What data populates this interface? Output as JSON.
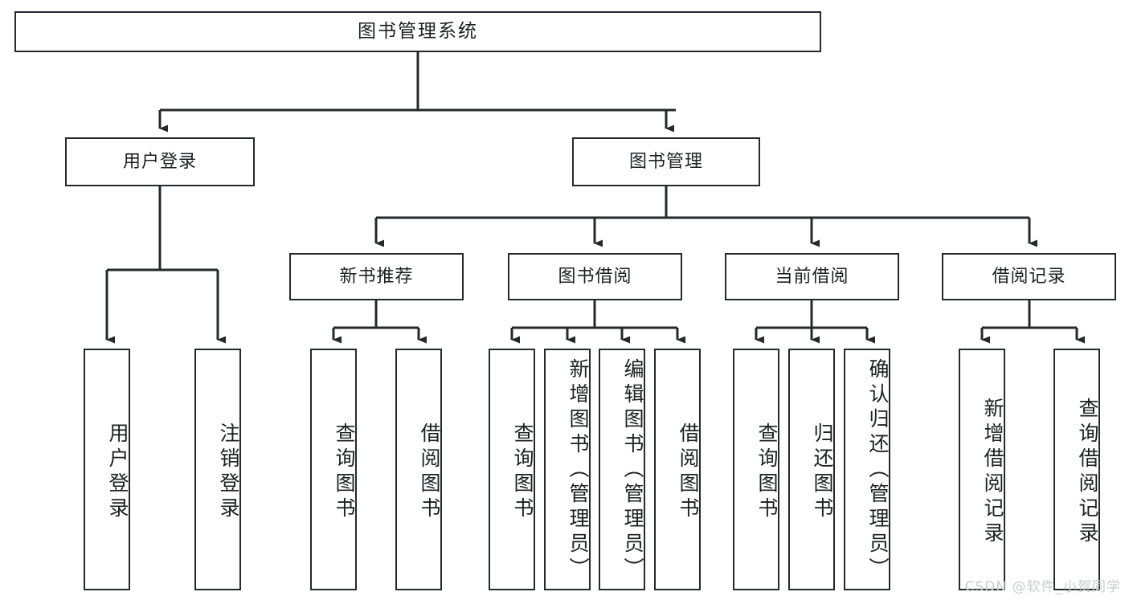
{
  "diagram": {
    "type": "tree-hierarchy",
    "title": "图书管理系统",
    "root": {
      "label": "图书管理系统"
    },
    "level2": [
      {
        "id": "user-login",
        "label": "用户登录"
      },
      {
        "id": "book-management",
        "label": "图书管理"
      }
    ],
    "level3": [
      {
        "id": "new-book-recommend",
        "label": "新书推荐",
        "parent": "book-management"
      },
      {
        "id": "book-borrow",
        "label": "图书借阅",
        "parent": "book-management"
      },
      {
        "id": "current-borrow",
        "label": "当前借阅",
        "parent": "book-management"
      },
      {
        "id": "borrow-record",
        "label": "借阅记录",
        "parent": "book-management"
      }
    ],
    "leaves": [
      {
        "id": "leaf-user-login",
        "label": "用户登录",
        "parent": "user-login"
      },
      {
        "id": "leaf-logout",
        "label": "注销登录",
        "parent": "user-login"
      },
      {
        "id": "leaf-query-book-1",
        "label": "查询图书",
        "parent": "new-book-recommend"
      },
      {
        "id": "leaf-borrow-book-1",
        "label": "借阅图书",
        "parent": "new-book-recommend"
      },
      {
        "id": "leaf-query-book-2",
        "label": "查询图书",
        "parent": "book-borrow"
      },
      {
        "id": "leaf-add-book",
        "label": "新增图书（管理员）",
        "parent": "book-borrow"
      },
      {
        "id": "leaf-edit-book",
        "label": "编辑图书（管理员）",
        "parent": "book-borrow"
      },
      {
        "id": "leaf-borrow-book-2",
        "label": "借阅图书",
        "parent": "book-borrow"
      },
      {
        "id": "leaf-query-book-3",
        "label": "查询图书",
        "parent": "current-borrow"
      },
      {
        "id": "leaf-return-book",
        "label": "归还图书",
        "parent": "current-borrow"
      },
      {
        "id": "leaf-confirm-return",
        "label": "确认归还（管理员）",
        "parent": "current-borrow"
      },
      {
        "id": "leaf-add-record",
        "label": "新增借阅记录",
        "parent": "borrow-record"
      },
      {
        "id": "leaf-query-record",
        "label": "查询借阅记录",
        "parent": "borrow-record"
      }
    ],
    "colors": {
      "stroke": "#26282b",
      "box_fill": "#ffffff",
      "text": "#1d1f22",
      "background": "#ffffff",
      "watermark": "#c9cbcd"
    }
  },
  "watermark": {
    "text": "CSDN @软件_小贺同学"
  }
}
